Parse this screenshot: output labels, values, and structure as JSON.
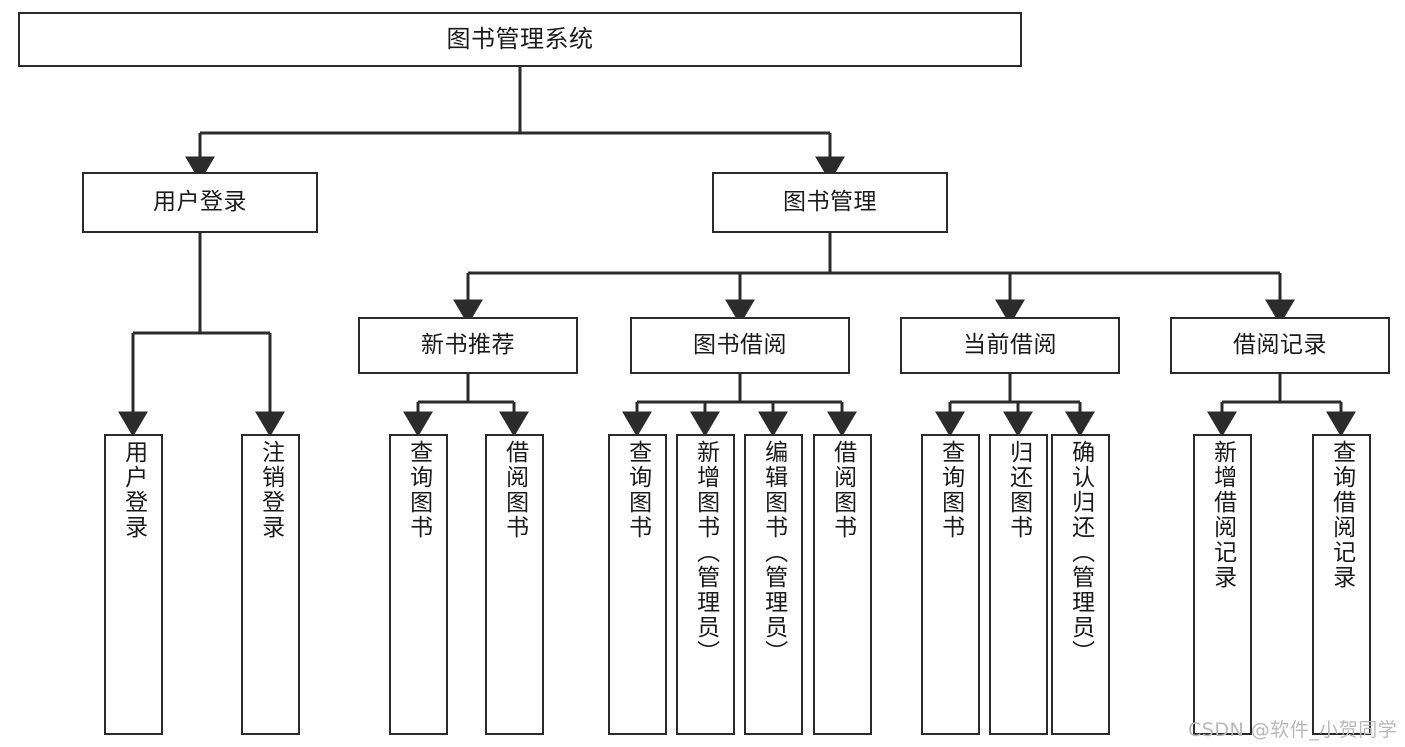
{
  "diagram": {
    "title": "图书管理系统",
    "watermark": "CSDN @软件_小贺同学",
    "stroke_color": "#2b2b2b",
    "fill_color": "#ffffff",
    "text_color": "#1b1b1b",
    "watermark_color": "#b9b9b9"
  },
  "nodes": {
    "root": {
      "label": "图书管理系统"
    },
    "level2": [
      {
        "label": "用户登录"
      },
      {
        "label": "图书管理"
      }
    ],
    "level3": [
      {
        "label": "新书推荐"
      },
      {
        "label": "图书借阅"
      },
      {
        "label": "当前借阅"
      },
      {
        "label": "借阅记录"
      }
    ],
    "leaves": {
      "user_login": [
        {
          "label": "用户登录"
        },
        {
          "label": "注销登录"
        }
      ],
      "new_book_recommend": [
        {
          "label": "查询图书"
        },
        {
          "label": "借阅图书"
        }
      ],
      "book_borrow": [
        {
          "label": "查询图书"
        },
        {
          "label": "新增图书（管理员）"
        },
        {
          "label": "编辑图书（管理员）"
        },
        {
          "label": "借阅图书"
        }
      ],
      "current_borrow": [
        {
          "label": "查询图书"
        },
        {
          "label": "归还图书"
        },
        {
          "label": "确认归还（管理员）"
        }
      ],
      "borrow_record": [
        {
          "label": "新增借阅记录"
        },
        {
          "label": "查询借阅记录"
        }
      ]
    }
  }
}
